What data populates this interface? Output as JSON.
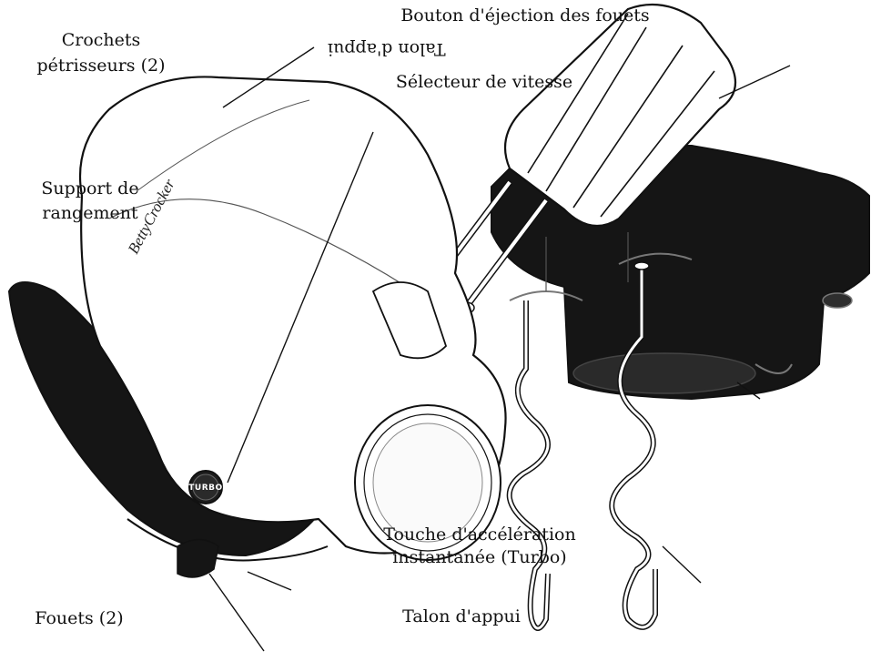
{
  "labels": {
    "heel_rest": "Talon d'appui",
    "turbo_line1": "Touche d'accélération",
    "turbo_line2": "instantanée (Turbo)",
    "beaters": "Fouets (2)",
    "stand_line1": "Support de",
    "stand_line2": "rangement",
    "dough_line1": "Crochets",
    "dough_line2": "pétrisseurs (2)",
    "speed": "Sélecteur de vitesse",
    "eject": "Bouton d'éjection des fouets"
  },
  "device": {
    "brand": "BettyCrocker",
    "turbo_button": "TURBO"
  },
  "colors": {
    "dark": "#151515",
    "outline": "#111111",
    "body": "#ffffff"
  }
}
